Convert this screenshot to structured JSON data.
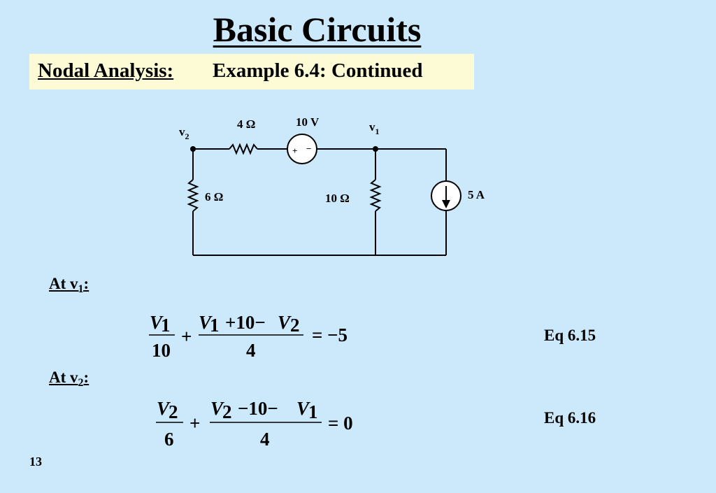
{
  "title": "Basic Circuits",
  "subtitle": {
    "topic": "Nodal Analysis:",
    "text": "Example 6.4: Continued"
  },
  "circuit": {
    "node_left": "v",
    "node_left_sub": "2",
    "node_right": "v",
    "node_right_sub": "1",
    "r_top": "4 Ω",
    "source_v": "10 V",
    "r_left": "6 Ω",
    "r_mid": "10 Ω",
    "source_i": "5 A",
    "plus": "+",
    "minus": "−"
  },
  "section1": {
    "label": "At v",
    "sub": "1",
    "colon": ":"
  },
  "section2": {
    "label": "At v",
    "sub": "2",
    "colon": ":"
  },
  "eq1": {
    "t1_num_var": "V",
    "t1_num_sub": "1",
    "t1_den": "10",
    "plus": "+",
    "t2_num_var_a": "V",
    "t2_num_sub_a": "1",
    "t2_mid": "+10−",
    "t2_num_var_b": "V",
    "t2_num_sub_b": "2",
    "t2_den": "4",
    "rhs": "= −5",
    "label": "Eq 6.15"
  },
  "eq2": {
    "t1_num_var": "V",
    "t1_num_sub": "2",
    "t1_den": "6",
    "plus": "+",
    "t2_num_var_a": "V",
    "t2_num_sub_a": "2",
    "t2_mid": "−10−",
    "t2_num_var_b": "V",
    "t2_num_sub_b": "1",
    "t2_den": "4",
    "rhs": "= 0",
    "label": "Eq 6.16"
  },
  "page_number": "13"
}
